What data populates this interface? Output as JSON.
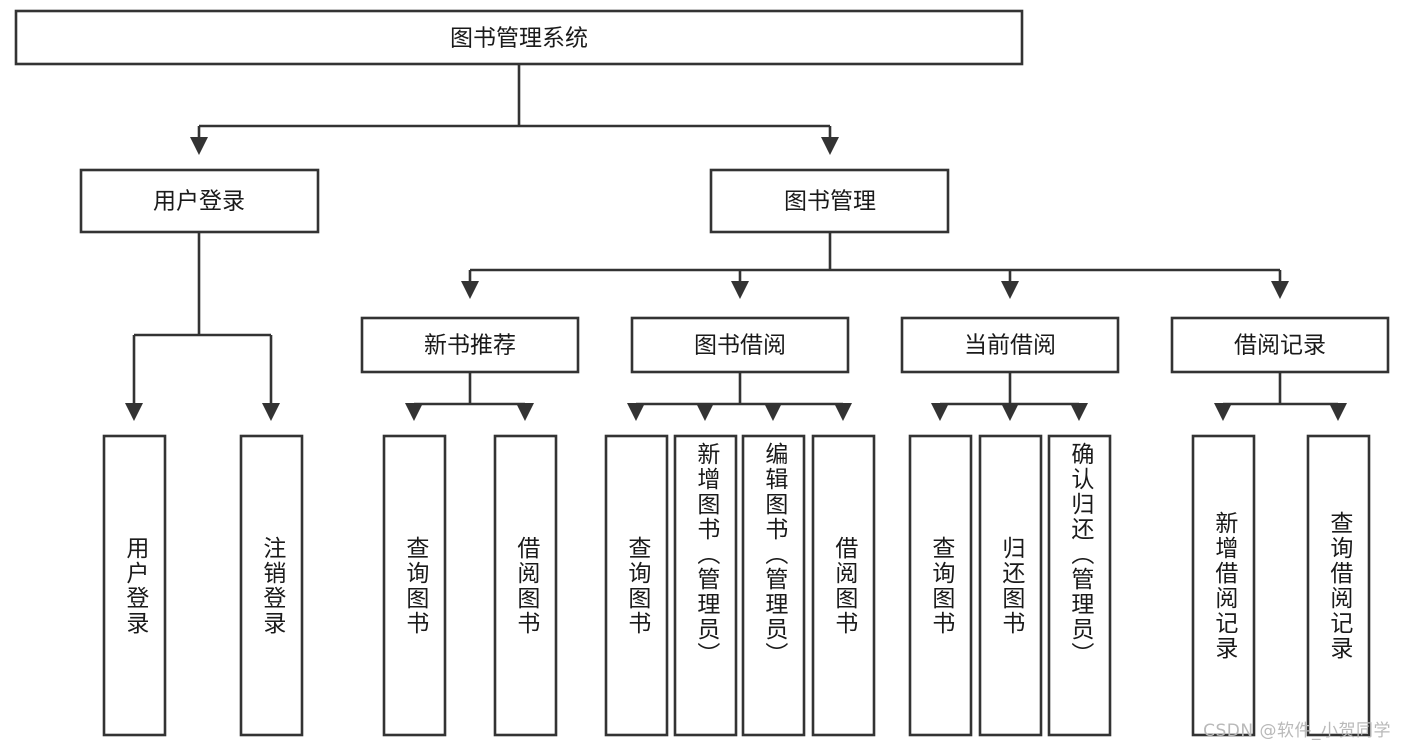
{
  "diagram": {
    "title": "图书管理系统",
    "type": "tree",
    "colors": {
      "box_fill": "#ffffff",
      "box_stroke": "#333333",
      "text": "#1a1a1a",
      "background": "#ffffff",
      "watermark": "#b9b9b9"
    },
    "root": {
      "label": "图书管理系统"
    },
    "level2": [
      {
        "label": "用户登录"
      },
      {
        "label": "图书管理"
      }
    ],
    "level3": [
      {
        "label": "新书推荐"
      },
      {
        "label": "图书借阅"
      },
      {
        "label": "当前借阅"
      },
      {
        "label": "借阅记录"
      }
    ],
    "leaves": {
      "user_login": [
        {
          "label": "用户登录"
        },
        {
          "label": "注销登录"
        }
      ],
      "new_book_recommend": [
        {
          "label": "查询图书"
        },
        {
          "label": "借阅图书"
        }
      ],
      "book_borrow": [
        {
          "label": "查询图书"
        },
        {
          "label": "新增图书（管理员）"
        },
        {
          "label": "编辑图书（管理员）"
        },
        {
          "label": "借阅图书"
        }
      ],
      "current_borrow": [
        {
          "label": "查询图书"
        },
        {
          "label": "归还图书"
        },
        {
          "label": "确认归还（管理员）"
        }
      ],
      "borrow_record": [
        {
          "label": "新增借阅记录"
        },
        {
          "label": "查询借阅记录"
        }
      ]
    }
  },
  "watermark": {
    "text": "CSDN @软件_小贺同学"
  }
}
